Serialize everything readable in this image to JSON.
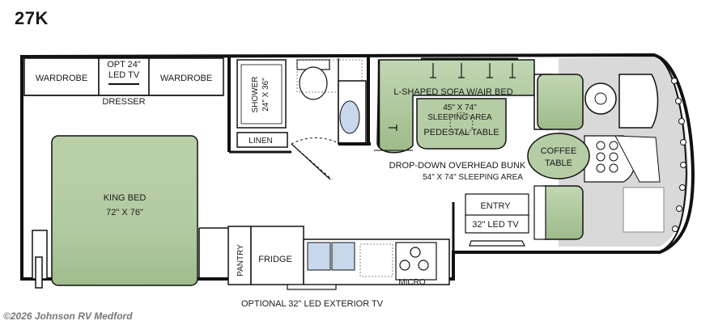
{
  "model": "27K",
  "labels": {
    "wardrobe_left": "WARDROBE",
    "tv_line1": "OPT 24\"",
    "tv_line2": "LED TV",
    "wardrobe_right": "WARDROBE",
    "dresser": "DRESSER",
    "shower_line1": "SHOWER",
    "shower_line2": "24\" X 36\"",
    "linen": "LINEN",
    "sofa": "L-SHAPED SOFA W/AIR BED",
    "sofa_area_line1": "45\" X 74\"",
    "sofa_area_line2": "SLEEPING AREA",
    "pedestal_table": "PEDESTAL TABLE",
    "coffee_line1": "COFFEE",
    "coffee_line2": "TABLE",
    "bunk_line1": "DROP-DOWN OVERHEAD BUNK",
    "bunk_line2": "54\" X 74\" SLEEPING AREA",
    "bed_line1": "KING BED",
    "bed_line2": "72\" X 76\"",
    "entry": "ENTRY",
    "led_tv": "32\" LED TV",
    "pantry": "PANTRY",
    "fridge": "FRIDGE",
    "micro": "MICRO",
    "exterior_tv": "OPTIONAL 32\" LED EXTERIOR TV"
  },
  "copyright": "©2026 Johnson RV Medford",
  "colors": {
    "fill_green": "#b5cca4",
    "wall": "#111111",
    "cab_gray": "#d6d6d6"
  }
}
